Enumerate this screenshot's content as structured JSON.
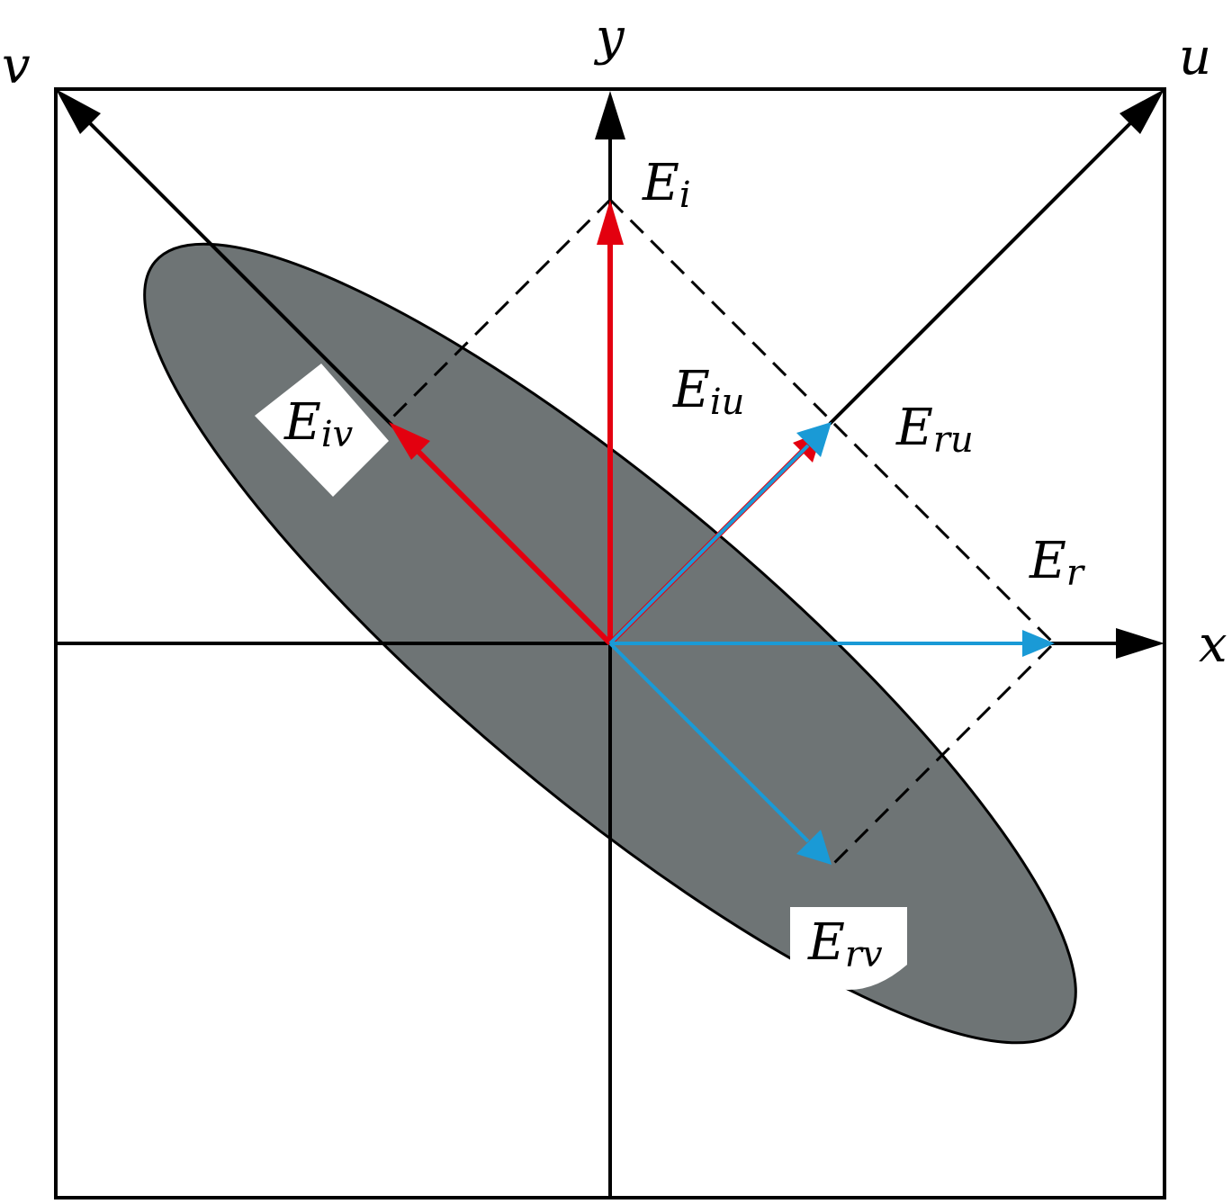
{
  "labels": {
    "x_axis": "x",
    "y_axis": "y",
    "u_axis": "u",
    "v_axis": "v",
    "E_i": {
      "main": "E",
      "sub": "i"
    },
    "E_iu": {
      "main": "E",
      "sub": "iu"
    },
    "E_iv": {
      "main": "E",
      "sub": "iv"
    },
    "E_r": {
      "main": "E",
      "sub": "r"
    },
    "E_ru": {
      "main": "E",
      "sub": "ru"
    },
    "E_rv": {
      "main": "E",
      "sub": "rv"
    }
  },
  "colors": {
    "frame": "#000000",
    "ellipse_fill": "#6e7475",
    "incident_vector": "#e3000f",
    "reflected_vector": "#1a9ad6",
    "dashed_lines": "#000000",
    "label_box": "#ffffff"
  }
}
